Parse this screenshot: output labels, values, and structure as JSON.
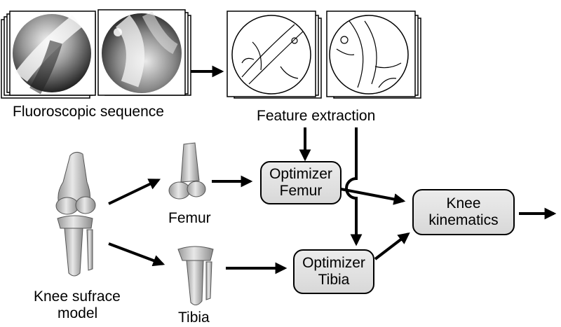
{
  "labels": {
    "fluoro": "Fluoroscopic sequence",
    "feature": "Feature extraction",
    "femur": "Femur",
    "tibia": "Tibia",
    "model_line1": "Knee sufrace",
    "model_line2": "model"
  },
  "boxes": {
    "opt_femur": [
      "Optimizer",
      "Femur"
    ],
    "opt_tibia": [
      "Optimizer",
      "Tibia"
    ],
    "knee_kin": [
      "Knee",
      "kinematics"
    ]
  },
  "colors": {
    "box_fill": "#e0e0e0",
    "stroke": "#000000",
    "bone": "#cfcfcf"
  }
}
